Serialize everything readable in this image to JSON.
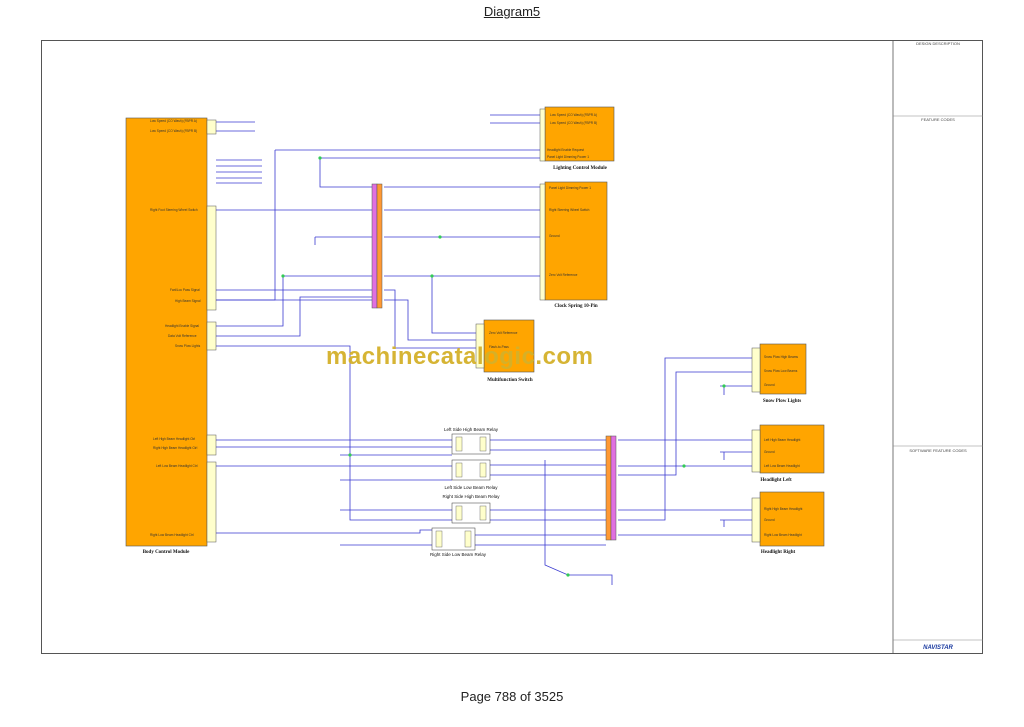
{
  "page": {
    "title": "Diagram5",
    "page_number": "Page 788 of 3525",
    "watermark": "machinecatalogic.com"
  },
  "side_panel": {
    "design_description": "DESIGN DESCRIPTION",
    "feature_codes": "FEATURE CODES",
    "software_feature_codes": "SOFTWARE FEATURE CODES",
    "brand": "NAVISTAR"
  },
  "modules": {
    "body_control": "Body Control Module",
    "lighting_control": "Lighting Control Module",
    "clock_spring": "Clock Spring 10-Pin",
    "multifunction_switch": "Multifunction Switch",
    "snow_plow_lights": "Snow Plow Lights",
    "headlight_left": "Headlight Left",
    "headlight_right": "Headlight Right"
  },
  "relays": {
    "lh_high": "Left Side High Beam Relay",
    "lh_low": "Left Side Low Beam Relay",
    "rh_high": "Right Side High Beam Relay",
    "rh_low": "Right Side Low Beam Relay"
  },
  "colors": {
    "module_fill": "#ffa500",
    "connector_fill": "#ffffcc",
    "wire": "#3a3ad0",
    "inline_connector": "#e070e0"
  }
}
